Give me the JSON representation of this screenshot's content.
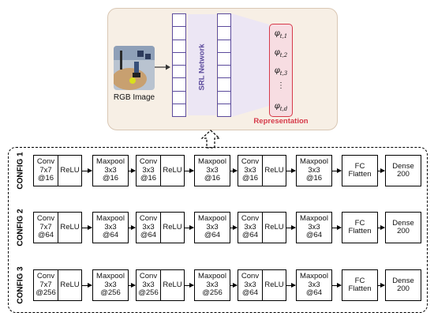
{
  "top": {
    "rgb_label": "RGB Image",
    "srl_label": "SRL Network",
    "representation_label": "Representation",
    "phi_subscripts": [
      "t,1",
      "t,2",
      "t,3",
      "t,d"
    ],
    "dots": "⋮"
  },
  "configs": [
    {
      "label": "CONFIG 1",
      "blocks": [
        {
          "type": "pair",
          "cells": [
            "Conv\n7x7\n@16",
            "ReLU"
          ]
        },
        {
          "type": "single",
          "text": "Maxpool\n3x3\n@16"
        },
        {
          "type": "pair",
          "cells": [
            "Conv\n3x3\n@16",
            "ReLU"
          ]
        },
        {
          "type": "single",
          "text": "Maxpool\n3x3\n@16"
        },
        {
          "type": "pair",
          "cells": [
            "Conv\n3x3\n@16",
            "ReLU"
          ]
        },
        {
          "type": "single",
          "text": "Maxpool\n3x3\n@16"
        },
        {
          "type": "single",
          "text": "FC\nFlatten"
        },
        {
          "type": "single",
          "text": "Dense\n200"
        }
      ]
    },
    {
      "label": "CONFIG 2",
      "blocks": [
        {
          "type": "pair",
          "cells": [
            "Conv\n7x7\n@64",
            "ReLU"
          ]
        },
        {
          "type": "single",
          "text": "Maxpool\n3x3\n@64"
        },
        {
          "type": "pair",
          "cells": [
            "Conv\n3x3\n@64",
            "ReLU"
          ]
        },
        {
          "type": "single",
          "text": "Maxpool\n3x3\n@64"
        },
        {
          "type": "pair",
          "cells": [
            "Conv\n3x3\n@64",
            "ReLU"
          ]
        },
        {
          "type": "single",
          "text": "Maxpool\n3x3\n@64"
        },
        {
          "type": "single",
          "text": "FC\nFlatten"
        },
        {
          "type": "single",
          "text": "Dense\n200"
        }
      ]
    },
    {
      "label": "CONFIG 3",
      "blocks": [
        {
          "type": "pair",
          "cells": [
            "Conv\n7x7\n@256",
            "ReLU"
          ]
        },
        {
          "type": "single",
          "text": "Maxpool\n3x3\n@256"
        },
        {
          "type": "pair",
          "cells": [
            "Conv\n3x3\n@256",
            "ReLU"
          ]
        },
        {
          "type": "single",
          "text": "Maxpool\n3x3\n@256"
        },
        {
          "type": "pair",
          "cells": [
            "Conv\n3x3\n@64",
            "ReLU"
          ]
        },
        {
          "type": "single",
          "text": "Maxpool\n3x3\n@64"
        },
        {
          "type": "single",
          "text": "FC\nFlatten"
        },
        {
          "type": "single",
          "text": "Dense\n200"
        }
      ]
    }
  ],
  "colors": {
    "srl_purple": "#5b4a9c",
    "representation_red": "#d63a4a",
    "panel_beige": "#f7efe5"
  }
}
